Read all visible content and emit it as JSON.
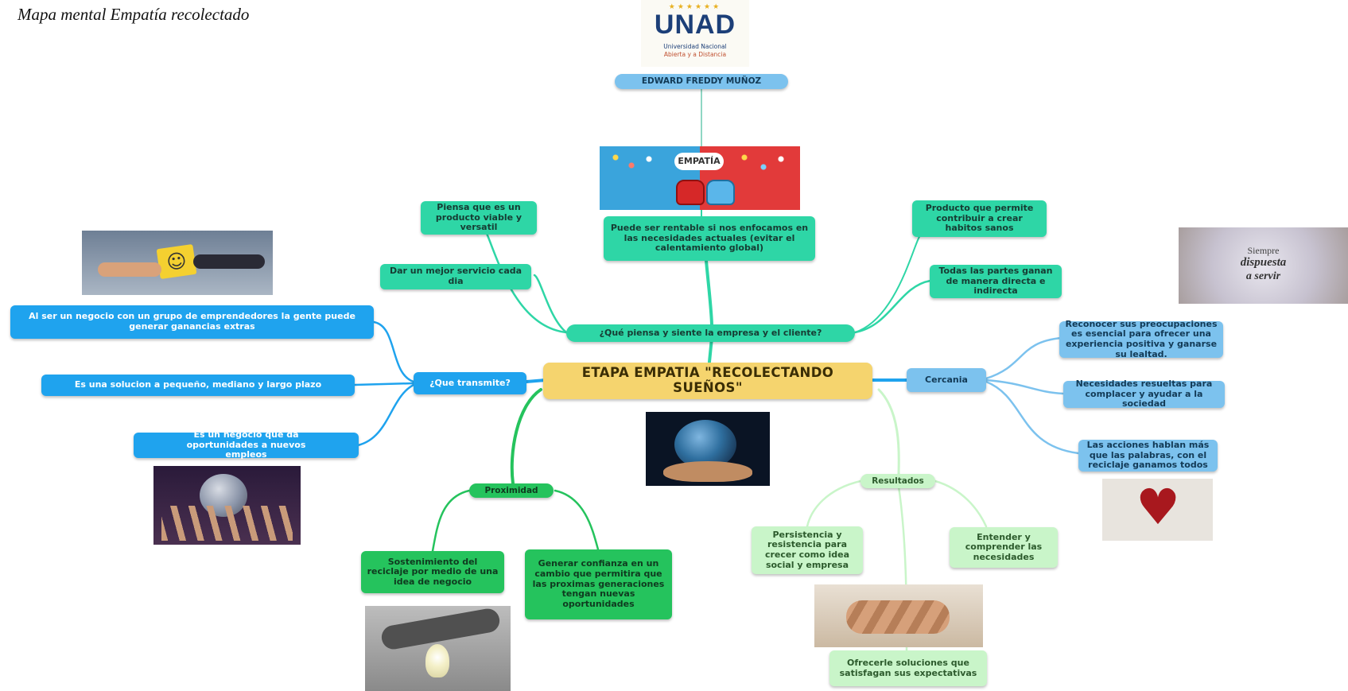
{
  "caption": "Mapa mental Empatía recolectado",
  "logo": {
    "text": "UNAD",
    "line1": "Universidad Nacional",
    "line2": "Abierta y a Distancia"
  },
  "author": "EDWARD FREDDY MUÑOZ",
  "empatia_image_label": "EMPATÍA",
  "siempre_image": {
    "line1": "Siempre",
    "line2": "dispuesta",
    "line3": "a servir"
  },
  "center": "ETAPA EMPATIA \"RECOLECTANDO SUEÑOS\"",
  "piensa": {
    "title": "¿Qué piensa y siente la empresa y el cliente?",
    "items": [
      "Piensa que es un producto viable y versatil",
      "Dar un mejor servicio cada dia",
      "Puede ser rentable si nos enfocamos en las necesidades actuales (evitar el calentamiento global)",
      "Producto que permite contribuir a crear habitos sanos",
      "Todas las partes ganan de manera directa e indirecta"
    ]
  },
  "transmite": {
    "title": "¿Que transmite?",
    "items": [
      "Al ser un negocio con un grupo de emprendedores la gente puede generar ganancias extras",
      "Es una solucion a pequeño, mediano y largo plazo",
      "Es un negocio que da oportunidades a nuevos empleos"
    ]
  },
  "cercania": {
    "title": "Cercania",
    "items": [
      "Reconocer sus preocupaciones es esencial para ofrecer una experiencia positiva y ganarse su lealtad.",
      "Necesidades resueltas para complacer y ayudar a la sociedad",
      "Las acciones hablan más que las palabras, con el reciclaje ganamos todos"
    ]
  },
  "proximidad": {
    "title": "Proximidad",
    "items": [
      "Sostenimiento del reciclaje por medio de una idea de negocio",
      "Generar confianza en un cambio que permitira que las proximas generaciones tengan nuevas oportunidades"
    ]
  },
  "resultados": {
    "title": "Resultados",
    "items": [
      "Persistencia y resistencia para crecer como idea social y empresa",
      "Entender y comprender las necesidades",
      "Ofrecerle soluciones que satisfagan sus expectativas"
    ]
  }
}
